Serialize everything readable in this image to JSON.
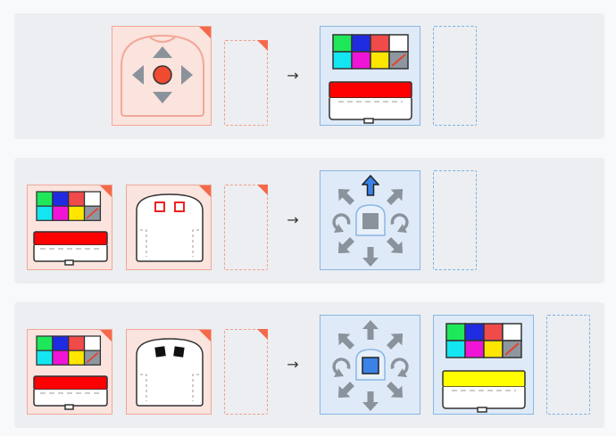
{
  "programming_rows": [
    {
      "id": "row-1",
      "condition_cards": [
        "dpad-button-press"
      ],
      "action_cards": [
        "screen-color-palette"
      ],
      "arrow": "→"
    },
    {
      "id": "row-2",
      "condition_cards": [
        "screen-color-palette",
        "robot-obstacle-outline"
      ],
      "action_cards": [
        "move-forward-directional"
      ],
      "arrow": "→"
    },
    {
      "id": "row-3",
      "condition_cards": [
        "screen-color-palette",
        "robot-obstacle-filled"
      ],
      "action_cards": [
        "move-stop-directional",
        "screen-color-palette-yellow"
      ],
      "arrow": "→"
    }
  ],
  "palette_colors": [
    "#1ee85a",
    "#1f2be0",
    "#f04a4a",
    "#ffffff",
    "#13e6f0",
    "#f015d6",
    "#ffe600",
    "#8e979f"
  ],
  "colors": {
    "condition_accent": "#f4694a",
    "action_accent": "#7fb0e6",
    "led_red": "#ff0000",
    "led_yellow": "#ffff00",
    "arrow_highlight": "#3b82e8",
    "icon_gray": "#8a939b"
  }
}
